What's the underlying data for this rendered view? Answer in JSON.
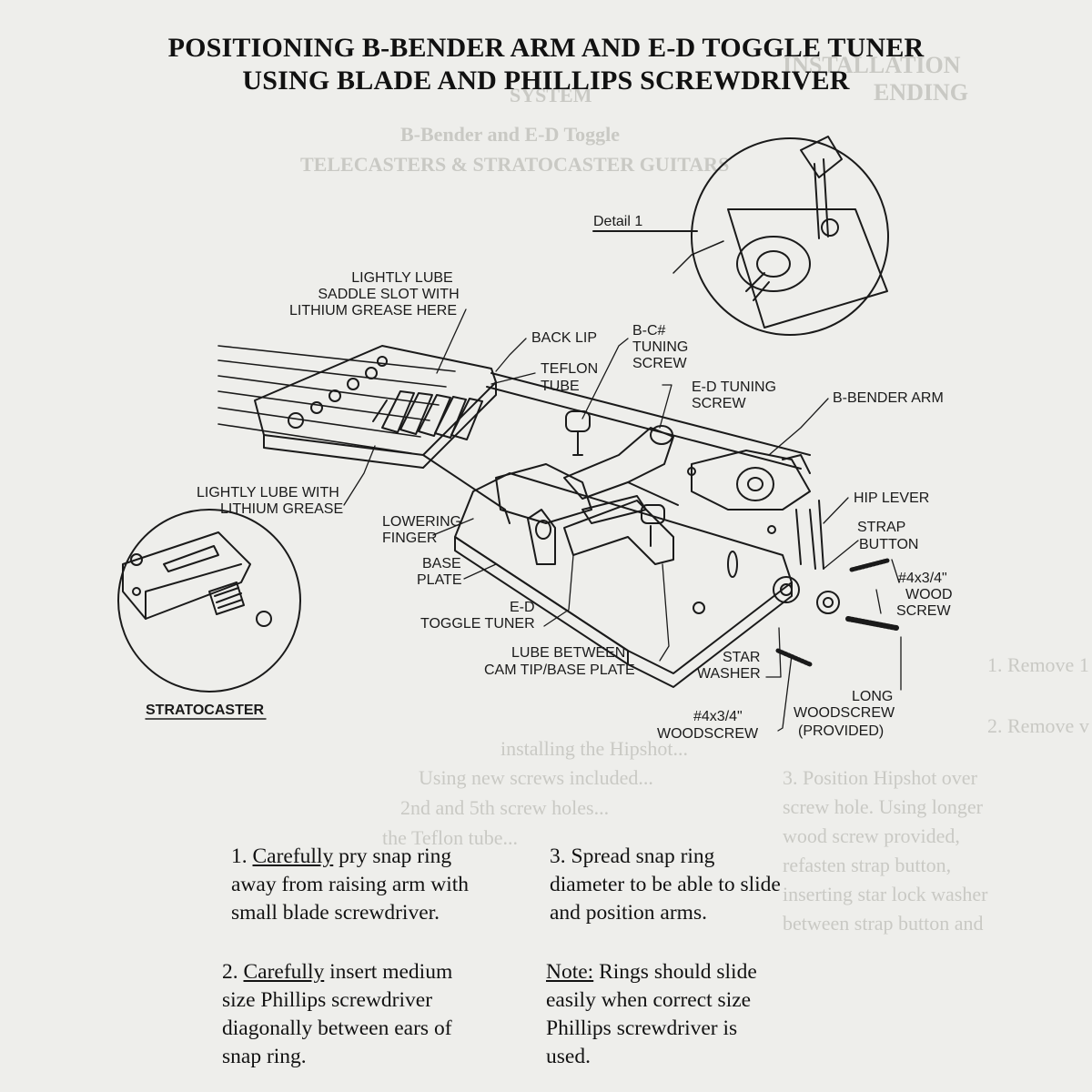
{
  "title": {
    "line1": "POSITIONING B-BENDER ARM AND E-D TOGGLE TUNER",
    "line2": "USING BLADE AND PHILLIPS SCREWDRIVER"
  },
  "detail_label": "Detail 1",
  "labels": {
    "lube_saddle": [
      "LIGHTLY LUBE",
      "SADDLE SLOT WITH",
      "LITHIUM GREASE HERE"
    ],
    "back_lip": "BACK LIP",
    "bc_tuning": [
      "B-C#",
      "TUNING",
      "SCREW"
    ],
    "teflon": [
      "TEFLON",
      "TUBE"
    ],
    "ed_tuning": [
      "E-D TUNING",
      "SCREW"
    ],
    "b_bender_arm": "B-BENDER ARM",
    "lube_lithium": [
      "LIGHTLY LUBE WITH",
      "LITHIUM GREASE"
    ],
    "lowering_finger": [
      "LOWERING",
      "FINGER"
    ],
    "base_plate": [
      "BASE",
      "PLATE"
    ],
    "hip_lever": "HIP LEVER",
    "strap_button": [
      "STRAP",
      "BUTTON"
    ],
    "wood_screw_small": [
      "#4x3/4\"",
      "WOOD",
      "SCREW"
    ],
    "ed_toggle": [
      "E-D",
      "TOGGLE TUNER"
    ],
    "lube_cam": [
      "LUBE BETWEEN",
      "CAM TIP/BASE PLATE"
    ],
    "star_washer": [
      "STAR",
      "WASHER"
    ],
    "long_woodscrew": [
      "LONG",
      "WOODSCREW",
      "(PROVIDED)"
    ],
    "woodscrew_bottom": [
      "#4x3/4\"",
      "WOODSCREW"
    ],
    "stratocaster": "STRATOCASTER"
  },
  "steps": {
    "step1": {
      "num": "1.",
      "emph": "Carefully",
      "rest_line1": "pry snap ring",
      "line2": "away from raising arm with",
      "line3": "small blade screwdriver."
    },
    "step3": {
      "line1": "3. Spread snap ring",
      "line2": "diameter to be able to slide",
      "line3": "and position arms."
    },
    "step2": {
      "num": "2.",
      "emph": "Carefully",
      "rest_line1": "insert medium",
      "line2": "size Phillips screwdriver",
      "line3": "diagonally between ears of",
      "line4": "snap ring."
    },
    "note": {
      "emph": "Note:",
      "rest_line1": "Rings should slide",
      "line2": "easily when correct size",
      "line3": "Phillips screwdriver is",
      "line4": "used."
    }
  },
  "colors": {
    "ink": "#151515",
    "paper": "#eeeeeb",
    "ghost": "#c9c9c4"
  }
}
